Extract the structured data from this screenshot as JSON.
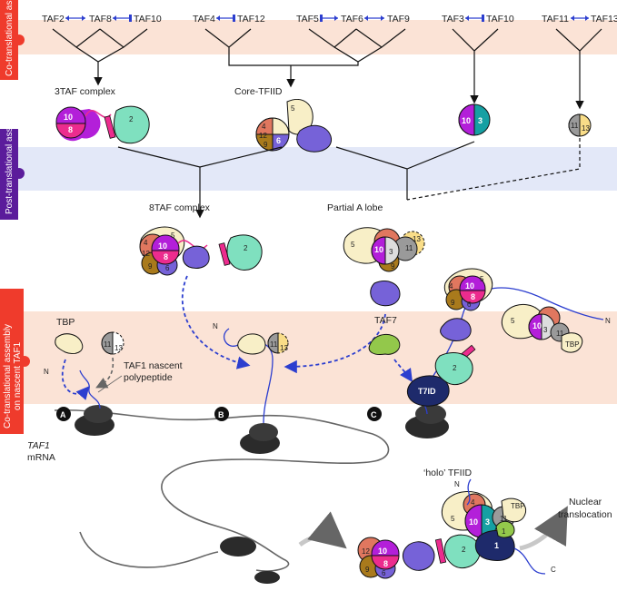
{
  "stages": {
    "co1": "Co-translational assembly",
    "post": "Post-translational assembly",
    "co2_line1": "Co-translational assembly",
    "co2_line2": "on nascent TAF1"
  },
  "pairs": {
    "p1a": "TAF2",
    "p1b": "TAF8",
    "p1c": "TAF10",
    "p2a": "TAF4",
    "p2b": "TAF12",
    "p3a": "TAF5",
    "p3b": "TAF6",
    "p3c": "TAF9",
    "p4a": "TAF3",
    "p4b": "TAF10",
    "p5a": "TAF11",
    "p5b": "TAF13"
  },
  "complexes": {
    "taf3": "3TAF complex",
    "core": "Core-TFIID",
    "taf8": "8TAF complex",
    "partial": "Partial A lobe",
    "holo": "‘holo’ TFIID"
  },
  "labels": {
    "tbp": "TBP",
    "taf7": "TAF7",
    "nascent_line1": "TAF1 nascent",
    "nascent_line2": "polypeptide",
    "mrna_line1": "TAF1",
    "mrna_line2": "mRNA",
    "nuclear_line1": "Nuclear",
    "nuclear_line2": "translocation",
    "t7id": "T7ID",
    "n": "N",
    "c": "C",
    "tbp_small": "TBP"
  },
  "markers": {
    "a": "A",
    "b": "B",
    "c": "C"
  },
  "subunits": {
    "s2": "2",
    "s3": "3",
    "s4": "4",
    "s5": "5",
    "s6": "6",
    "s8": "8",
    "s9": "9",
    "s10": "10",
    "s11": "11",
    "s12": "12",
    "s13": "13",
    "s1": "1"
  },
  "colors": {
    "band_peach": "#fbe3d6",
    "band_blue": "#e3e8f8",
    "red_tab": "#ef3b2c",
    "purple_tab": "#5b1c9b",
    "taf10": "#b31fd9",
    "taf8": "#ec2c8e",
    "taf2": "#7fe0bf",
    "taf3": "#16a0a3",
    "taf4": "#e0775f",
    "taf5": "#f8efc7",
    "taf6": "#7662d8",
    "taf9": "#a97a1c",
    "taf11": "#9a9a9a",
    "taf13": "#f9dd88",
    "taf7": "#93c84b",
    "t7id": "#1e2a6b",
    "arrow_blue": "#2c3ecf"
  }
}
